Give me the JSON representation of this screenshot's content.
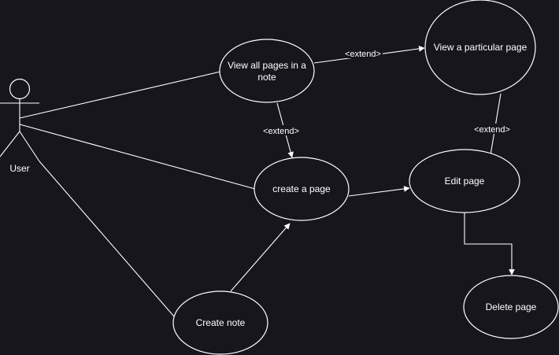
{
  "actor": {
    "label": "User"
  },
  "use_cases": {
    "view_all_pages": {
      "line1": "View all pages in a",
      "line2": "note"
    },
    "view_particular_page": "View a particular page",
    "create_page": "create a page",
    "edit_page": "Edit page",
    "delete_page": "Delete page",
    "create_note": "Create note"
  },
  "relations": {
    "extend_view_particular": "<extend>",
    "extend_create_page": "<extend>",
    "extend_edit_page": "<extend>"
  },
  "colors": {
    "background": "#18161d",
    "stroke": "#ffffff",
    "text": "#ffffff"
  }
}
